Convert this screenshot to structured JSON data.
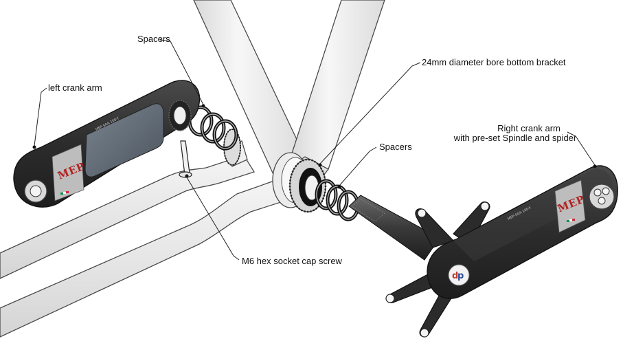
{
  "labels": {
    "spacers_left": "Spacers",
    "left_crank_arm": "left crank arm",
    "bottom_bracket": "24mm diameter bore bottom bracket",
    "spacers_right": "Spacers",
    "right_crank_arm_line1": "Right crank arm",
    "right_crank_arm_line2": "with pre-set Spindle and spider",
    "hex_screw": "M6 hex socket cap screw"
  },
  "crank_brand": "MEP",
  "colors": {
    "frame_fill": "#ebebeb",
    "frame_stroke": "#4a4a4a",
    "crank_body": "#2e2e2e",
    "crank_panel": "#3c3c3c",
    "crank_window": "#5d6670",
    "brand_panel": "#bdbdbd",
    "brand_red": "#b22222"
  }
}
